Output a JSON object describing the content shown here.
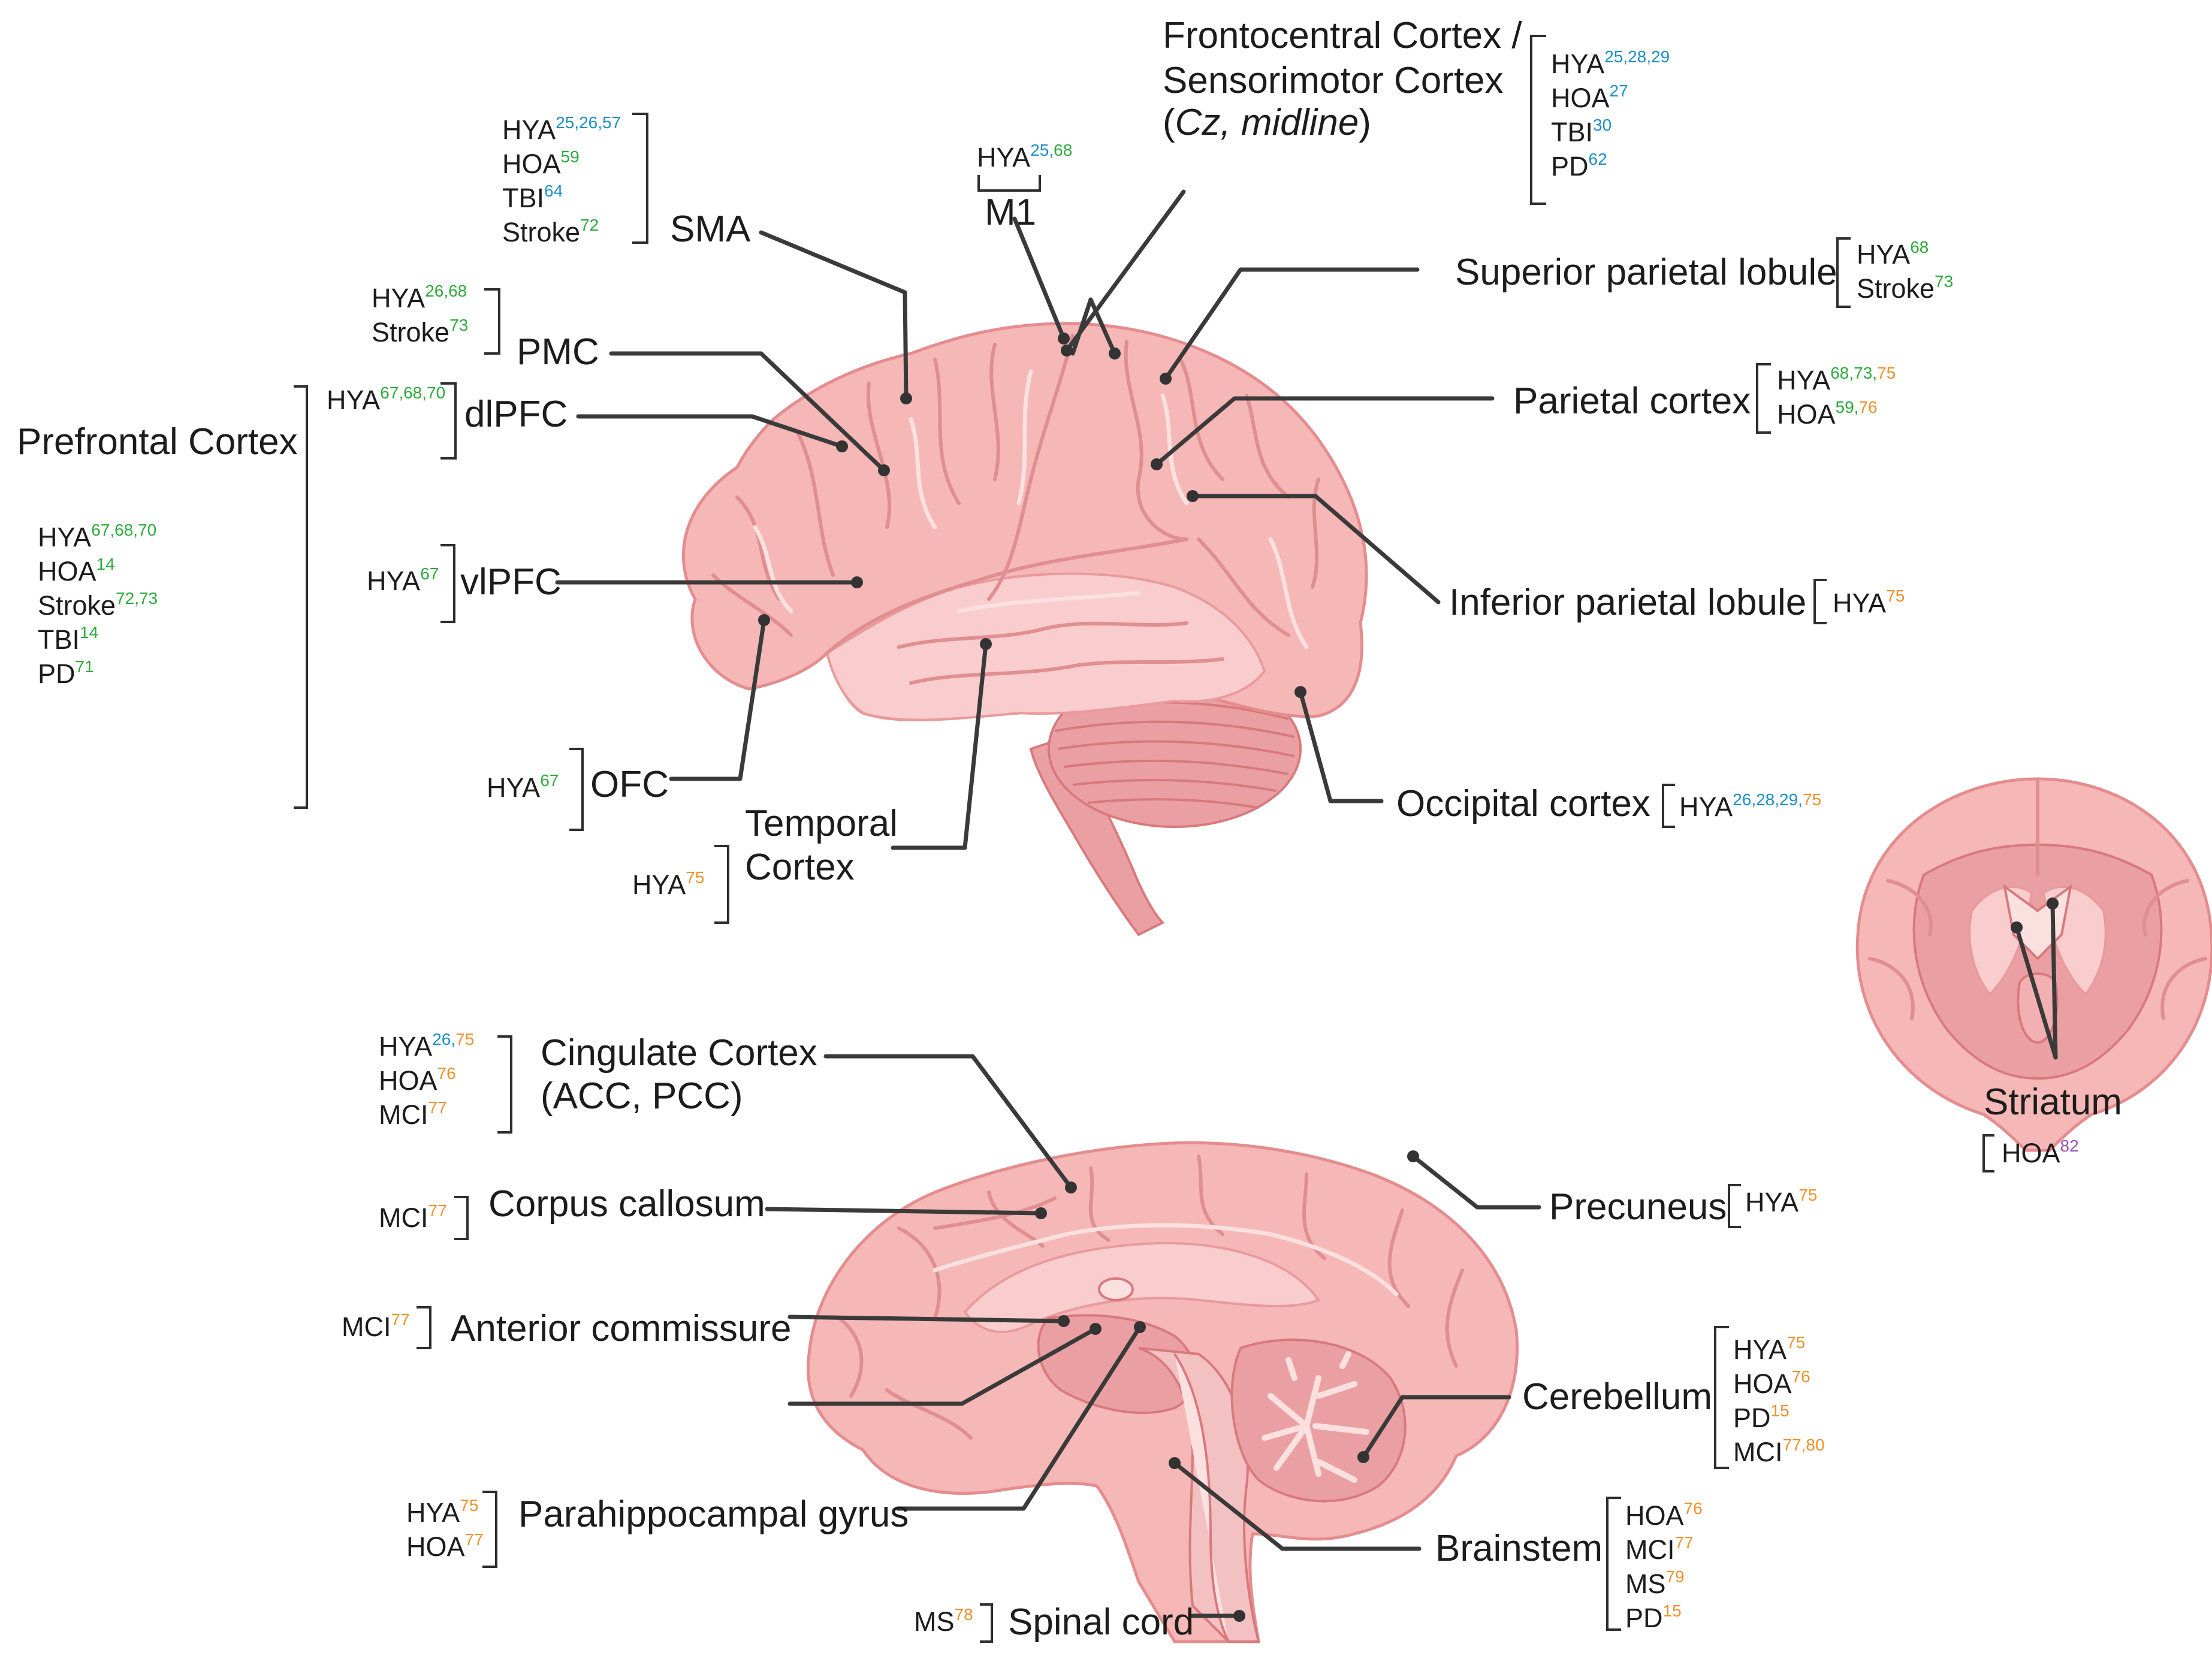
{
  "colors": {
    "blue": "#1a8fc8",
    "green": "#2bab3a",
    "orange": "#f0902a",
    "purple": "#9b4fb4",
    "brain": "#f6b7b7",
    "leader": "#3a3a3a"
  },
  "top_brain": {
    "frontocentral": {
      "line1": "Frontocentral Cortex /",
      "line2": "Sensorimotor Cortex",
      "line3_open": "(",
      "line3_italic": "Cz, midline",
      "line3_close": ")",
      "refs": [
        {
          "label": "HYA",
          "nums": [
            {
              "t": "25,28,29",
              "c": "blue"
            }
          ]
        },
        {
          "label": "HOA",
          "nums": [
            {
              "t": "27",
              "c": "blue"
            }
          ]
        },
        {
          "label": "TBI",
          "nums": [
            {
              "t": "30",
              "c": "blue"
            }
          ]
        },
        {
          "label": "PD",
          "nums": [
            {
              "t": "62",
              "c": "blue"
            }
          ]
        }
      ]
    },
    "m1": {
      "label": "M1",
      "refs": [
        {
          "label": "HYA",
          "nums": [
            {
              "t": "25,",
              "c": "blue"
            },
            {
              "t": "68",
              "c": "green"
            }
          ]
        }
      ]
    },
    "sma": {
      "label": "SMA",
      "refs": [
        {
          "label": "HYA",
          "nums": [
            {
              "t": "25,26,57",
              "c": "blue"
            }
          ]
        },
        {
          "label": "HOA",
          "nums": [
            {
              "t": "59",
              "c": "green"
            }
          ]
        },
        {
          "label": "TBI",
          "nums": [
            {
              "t": "64",
              "c": "blue"
            }
          ]
        },
        {
          "label": "Stroke",
          "nums": [
            {
              "t": "72",
              "c": "green"
            }
          ]
        }
      ]
    },
    "pmc": {
      "label": "PMC",
      "refs": [
        {
          "label": "HYA",
          "nums": [
            {
              "t": "26,68",
              "c": "green"
            }
          ]
        },
        {
          "label": "Stroke",
          "nums": [
            {
              "t": "73",
              "c": "green"
            }
          ]
        }
      ]
    },
    "prefrontal": {
      "label": "Prefrontal Cortex",
      "refs": [
        {
          "label": "HYA",
          "nums": [
            {
              "t": "67,68,70",
              "c": "green"
            }
          ]
        },
        {
          "label": "HOA",
          "nums": [
            {
              "t": "14",
              "c": "green"
            }
          ]
        },
        {
          "label": "Stroke",
          "nums": [
            {
              "t": "72,73",
              "c": "green"
            }
          ]
        },
        {
          "label": "TBI",
          "nums": [
            {
              "t": "14",
              "c": "green"
            }
          ]
        },
        {
          "label": "PD",
          "nums": [
            {
              "t": "71",
              "c": "green"
            }
          ]
        }
      ]
    },
    "dlpfc": {
      "label": "dlPFC",
      "refs": [
        {
          "label": "HYA",
          "nums": [
            {
              "t": "67,68,70",
              "c": "green"
            }
          ]
        }
      ]
    },
    "vlpfc": {
      "label": "vlPFC",
      "refs": [
        {
          "label": "HYA",
          "nums": [
            {
              "t": "67",
              "c": "green"
            }
          ]
        }
      ]
    },
    "ofc": {
      "label": "OFC",
      "refs": [
        {
          "label": "HYA",
          "nums": [
            {
              "t": "67",
              "c": "green"
            }
          ]
        }
      ]
    },
    "temporal": {
      "line1": "Temporal",
      "line2": "Cortex",
      "refs": [
        {
          "label": "HYA",
          "nums": [
            {
              "t": "75",
              "c": "orange"
            }
          ]
        }
      ]
    },
    "superior_parietal": {
      "label": "Superior parietal lobule",
      "refs": [
        {
          "label": "HYA",
          "nums": [
            {
              "t": "68",
              "c": "green"
            }
          ]
        },
        {
          "label": "Stroke",
          "nums": [
            {
              "t": "73",
              "c": "green"
            }
          ]
        }
      ]
    },
    "parietal": {
      "label": "Parietal cortex",
      "refs": [
        {
          "label": "HYA",
          "nums": [
            {
              "t": "68,73,",
              "c": "green"
            },
            {
              "t": "75",
              "c": "orange"
            }
          ]
        },
        {
          "label": "HOA",
          "nums": [
            {
              "t": "59,",
              "c": "green"
            },
            {
              "t": "76",
              "c": "orange"
            }
          ]
        }
      ]
    },
    "inferior_parietal": {
      "label": "Inferior parietal lobule",
      "refs": [
        {
          "label": "HYA",
          "nums": [
            {
              "t": "75",
              "c": "orange"
            }
          ]
        }
      ]
    },
    "occipital": {
      "label": "Occipital cortex",
      "refs": [
        {
          "label": "HYA",
          "nums": [
            {
              "t": "26,28,29,",
              "c": "blue"
            },
            {
              "t": "75",
              "c": "orange"
            }
          ]
        }
      ]
    }
  },
  "striatum": {
    "label": "Striatum",
    "refs": [
      {
        "label": "HOA",
        "nums": [
          {
            "t": "82",
            "c": "purple"
          }
        ]
      }
    ]
  },
  "bottom_brain": {
    "cingulate": {
      "line1": "Cingulate Cortex",
      "line2": "(ACC, PCC)",
      "refs": [
        {
          "label": "HYA",
          "nums": [
            {
              "t": "26,",
              "c": "blue"
            },
            {
              "t": "75",
              "c": "orange"
            }
          ]
        },
        {
          "label": "HOA",
          "nums": [
            {
              "t": "76",
              "c": "orange"
            }
          ]
        },
        {
          "label": "MCI",
          "nums": [
            {
              "t": "77",
              "c": "orange"
            }
          ]
        }
      ]
    },
    "corpus_callosum": {
      "label": "Corpus callosum",
      "refs": [
        {
          "label": "MCI",
          "nums": [
            {
              "t": "77",
              "c": "orange"
            }
          ]
        }
      ]
    },
    "anterior_commissure": {
      "label": "Anterior commissure",
      "refs": [
        {
          "label": "MCI",
          "nums": [
            {
              "t": "77",
              "c": "orange"
            }
          ]
        }
      ]
    },
    "parahippocampal": {
      "label": "Parahippocampal gyrus",
      "refs": [
        {
          "label": "HYA",
          "nums": [
            {
              "t": "75",
              "c": "orange"
            }
          ]
        },
        {
          "label": "HOA",
          "nums": [
            {
              "t": "77",
              "c": "orange"
            }
          ]
        }
      ]
    },
    "spinal_cord": {
      "label": "Spinal cord",
      "refs": [
        {
          "label": "MS",
          "nums": [
            {
              "t": "78",
              "c": "orange"
            }
          ]
        }
      ]
    },
    "precuneus": {
      "label": "Precuneus",
      "refs": [
        {
          "label": "HYA",
          "nums": [
            {
              "t": "75",
              "c": "orange"
            }
          ]
        }
      ]
    },
    "cerebellum": {
      "label": "Cerebellum",
      "refs": [
        {
          "label": "HYA",
          "nums": [
            {
              "t": "75",
              "c": "orange"
            }
          ]
        },
        {
          "label": "HOA",
          "nums": [
            {
              "t": "76",
              "c": "orange"
            }
          ]
        },
        {
          "label": "PD",
          "nums": [
            {
              "t": "15",
              "c": "orange"
            }
          ]
        },
        {
          "label": "MCI",
          "nums": [
            {
              "t": "77,80",
              "c": "orange"
            }
          ]
        }
      ]
    },
    "brainstem": {
      "label": "Brainstem",
      "refs": [
        {
          "label": "HOA",
          "nums": [
            {
              "t": "76",
              "c": "orange"
            }
          ]
        },
        {
          "label": "MCI",
          "nums": [
            {
              "t": "77",
              "c": "orange"
            }
          ]
        },
        {
          "label": "MS",
          "nums": [
            {
              "t": "79",
              "c": "orange"
            }
          ]
        },
        {
          "label": "PD",
          "nums": [
            {
              "t": "15",
              "c": "orange"
            }
          ]
        }
      ]
    }
  }
}
